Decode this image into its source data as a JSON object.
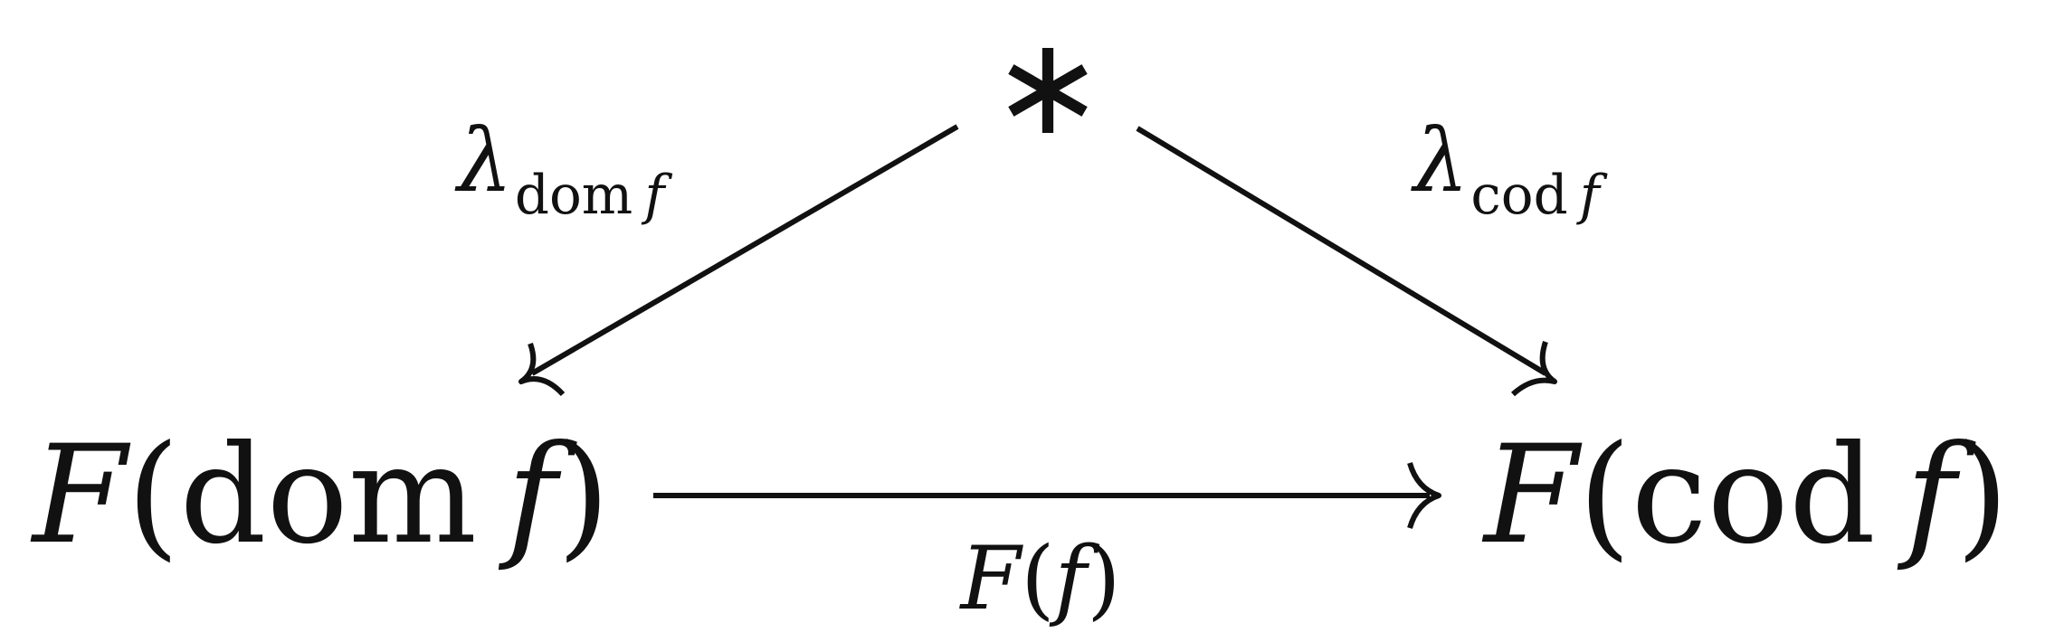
{
  "nodes": {
    "top": {
      "symbol": "∗"
    },
    "left": {
      "functor": "F",
      "open_paren": "(",
      "op": "dom",
      "arg": "f",
      "close_paren": ")"
    },
    "right": {
      "functor": "F",
      "open_paren": "(",
      "op": "cod",
      "arg": "f",
      "close_paren": ")"
    }
  },
  "edges": {
    "left_diagonal": {
      "symbol": "λ",
      "subscript_op": "dom",
      "subscript_arg": "f"
    },
    "right_diagonal": {
      "symbol": "λ",
      "subscript_op": "cod",
      "subscript_arg": "f"
    },
    "bottom": {
      "functor": "F",
      "open_paren": "(",
      "arg": "f",
      "close_paren": ")"
    }
  }
}
